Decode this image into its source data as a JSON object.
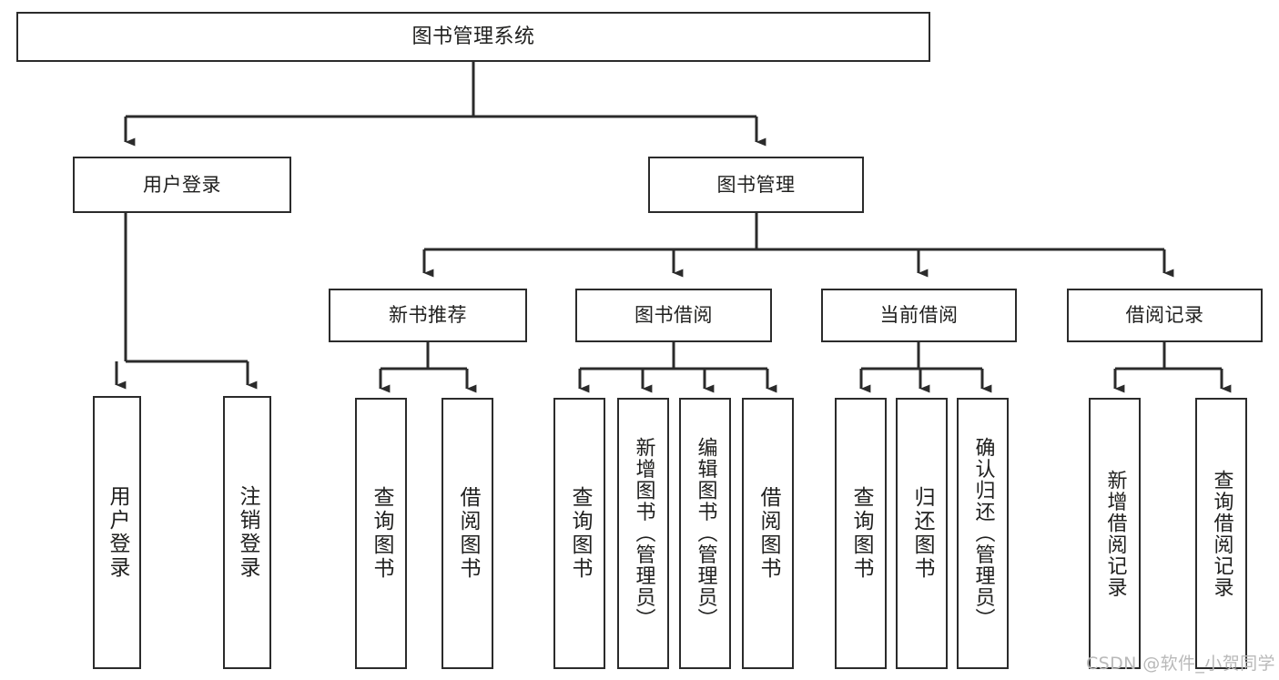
{
  "diagram": {
    "title": "图书管理系统",
    "type": "tree",
    "watermark": "CSDN @软件_小贺同学",
    "colors": {
      "box_border": "#2b2b2b",
      "box_fill": "#ffffff",
      "connector": "#2b2b2b",
      "text": "#20201f",
      "watermark": "#b9b9b9",
      "background": "#ffffff"
    },
    "levels": {
      "root": {
        "label": "图书管理系统"
      },
      "level2": [
        {
          "id": "user-login",
          "label": "用户登录"
        },
        {
          "id": "book-management",
          "label": "图书管理"
        }
      ],
      "level3": [
        {
          "id": "new-book-recommend",
          "label": "新书推荐",
          "parent": "book-management"
        },
        {
          "id": "book-borrow",
          "label": "图书借阅",
          "parent": "book-management"
        },
        {
          "id": "current-borrow",
          "label": "当前借阅",
          "parent": "book-management"
        },
        {
          "id": "borrow-record",
          "label": "借阅记录",
          "parent": "book-management"
        }
      ],
      "leaves": [
        {
          "id": "leaf-user-login",
          "label": "用户登录",
          "parent": "user-login"
        },
        {
          "id": "leaf-logout",
          "label": "注销登录",
          "parent": "user-login"
        },
        {
          "id": "leaf-query-book-1",
          "label": "查询图书",
          "parent": "new-book-recommend"
        },
        {
          "id": "leaf-borrow-book-1",
          "label": "借阅图书",
          "parent": "new-book-recommend"
        },
        {
          "id": "leaf-query-book-2",
          "label": "查询图书",
          "parent": "book-borrow"
        },
        {
          "id": "leaf-add-book",
          "label": "新增图书（管理员）",
          "parent": "book-borrow"
        },
        {
          "id": "leaf-edit-book",
          "label": "编辑图书（管理员）",
          "parent": "book-borrow"
        },
        {
          "id": "leaf-borrow-book-2",
          "label": "借阅图书",
          "parent": "book-borrow"
        },
        {
          "id": "leaf-query-book-3",
          "label": "查询图书",
          "parent": "current-borrow"
        },
        {
          "id": "leaf-return-book",
          "label": "归还图书",
          "parent": "current-borrow"
        },
        {
          "id": "leaf-confirm-return",
          "label": "确认归还（管理员）",
          "parent": "current-borrow"
        },
        {
          "id": "leaf-add-record",
          "label": "新增借阅记录",
          "parent": "borrow-record"
        },
        {
          "id": "leaf-query-record",
          "label": "查询借阅记录",
          "parent": "borrow-record"
        }
      ]
    }
  }
}
